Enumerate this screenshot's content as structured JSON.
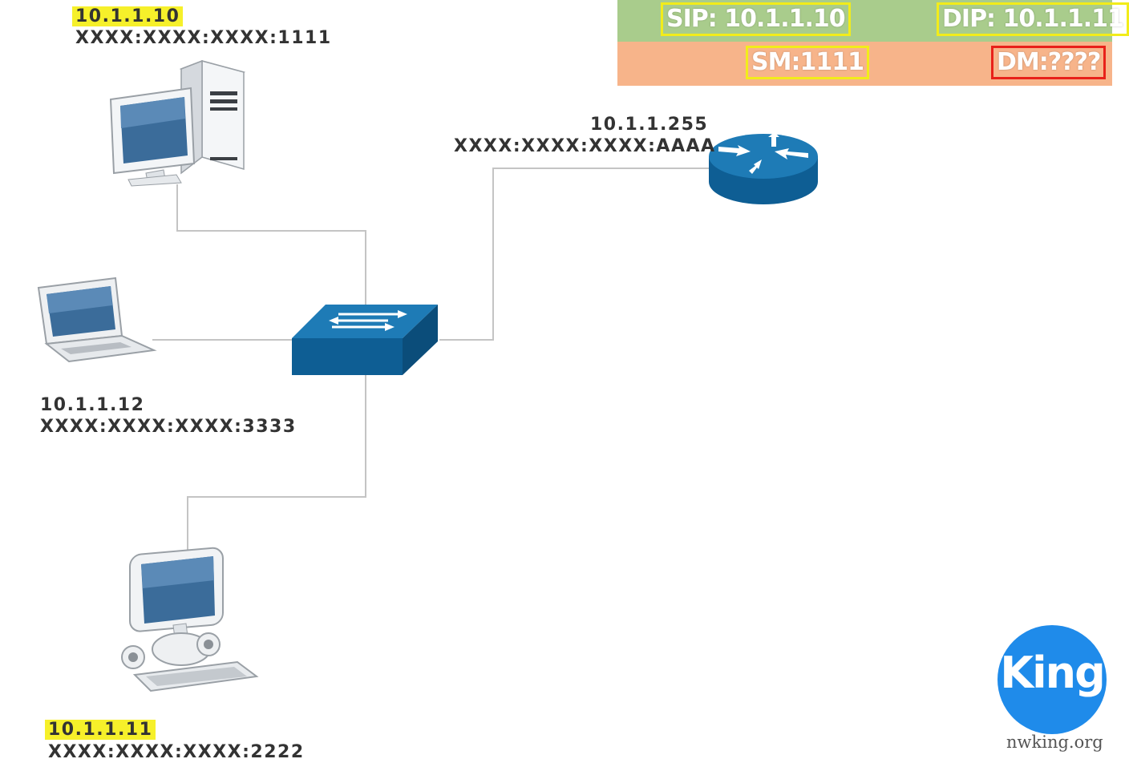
{
  "frame": {
    "sip": "SIP: 10.1.1.10",
    "dip": "DIP: 10.1.1.11",
    "sm": "SM:1111",
    "dm": "DM:????",
    "colors": {
      "row1": "#a9cc8c",
      "row2": "#f7b48a",
      "box_ok": "#f2ec1a",
      "box_unknown": "#e8211a"
    }
  },
  "devices": {
    "pc_top": {
      "ip": "10.1.1.10",
      "mac": "XXXX:XXXX:XXXX:1111",
      "highlight": true
    },
    "laptop": {
      "ip": "10.1.1.12",
      "mac": "XXXX:XXXX:XXXX:3333"
    },
    "pc_bottom": {
      "ip": "10.1.1.11",
      "mac": "XXXX:XXXX:XXXX:2222",
      "highlight": true
    },
    "router": {
      "ip": "10.1.1.255",
      "mac": "XXXX:XXXX:XXXX:AAAA"
    }
  },
  "logo": {
    "text": "King",
    "site": "nwking.org",
    "color": "#1f8bea"
  }
}
